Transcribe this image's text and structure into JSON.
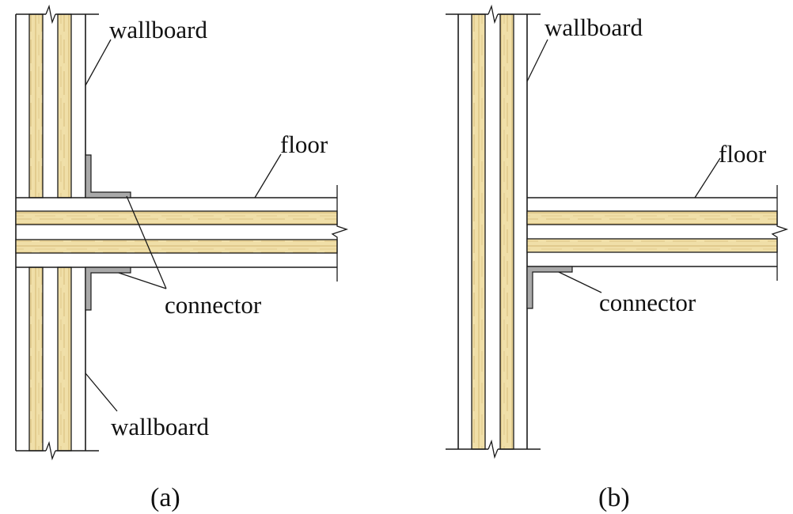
{
  "panel_a": {
    "caption": "(a)",
    "label_wallboard_top": "wallboard",
    "label_floor": "floor",
    "label_connector": "connector",
    "label_wallboard_bottom": "wallboard"
  },
  "panel_b": {
    "caption": "(b)",
    "label_wallboard": "wallboard",
    "label_floor": "floor",
    "label_connector": "connector"
  },
  "colors": {
    "wood_fill": "#f0dfa8",
    "wood_grain": "#c9a860",
    "connector_fill": "#a9a9a9",
    "line": "#1a1a1a"
  }
}
